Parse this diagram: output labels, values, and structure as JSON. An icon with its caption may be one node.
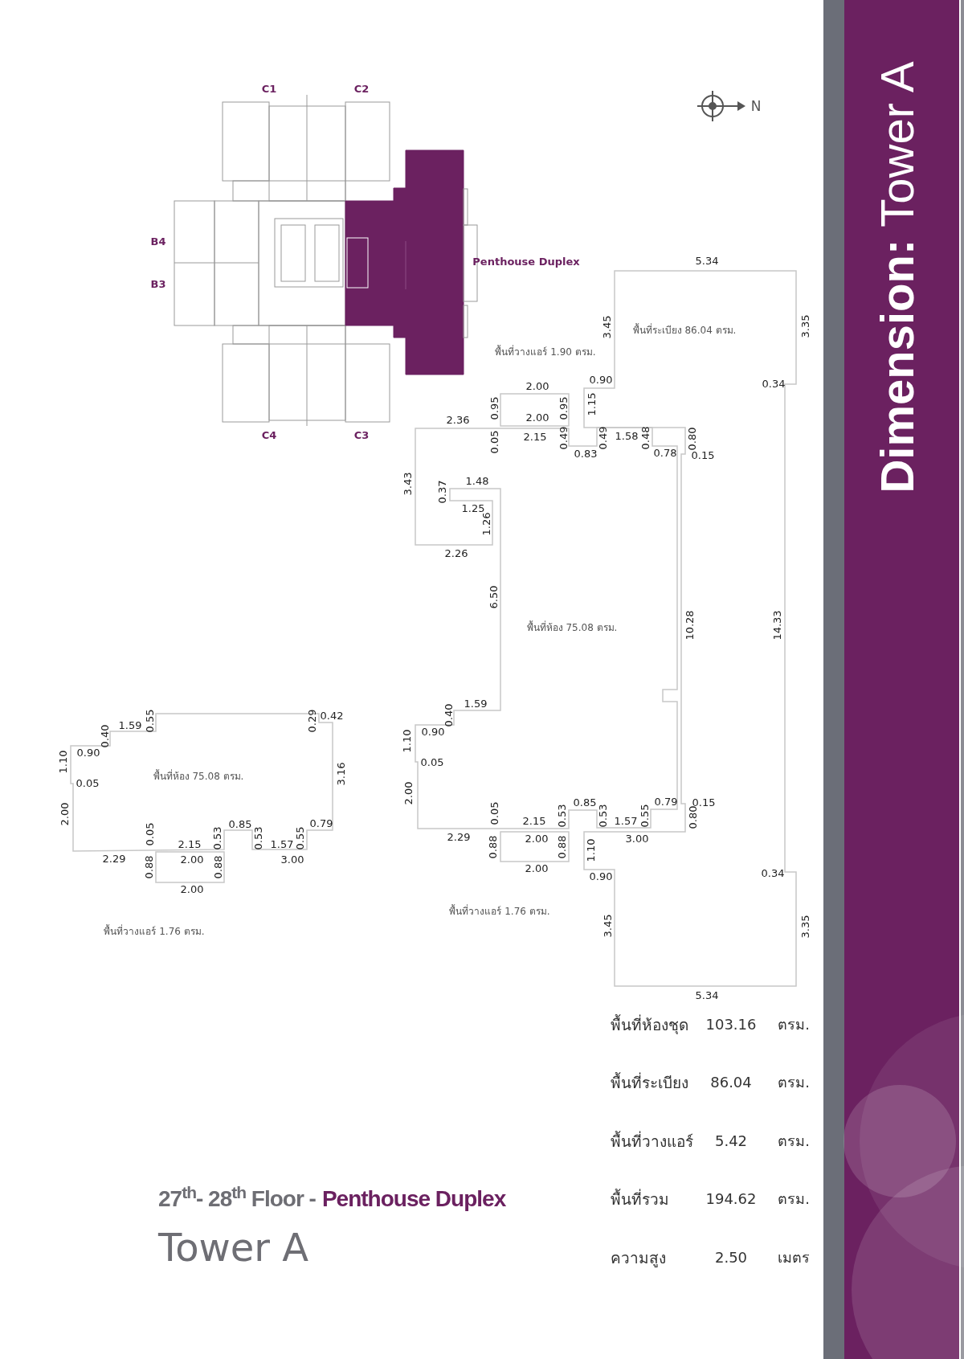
{
  "diagram": {
    "title": "**Dimension:** Tower A",
    "labels": [
      "C1",
      "C2",
      "N",
      "B4",
      "Penthouse Duplex",
      "B3",
      "C4",
      "C3",
      "5.34",
      "3.45",
      "พื้นที่ระเบียง 86.04 ตรม.",
      "3.35",
      "พื้นที่วางแอร์ 1.90 ตรม.",
      "2.00",
      "0.90",
      "0.34",
      "0.95",
      "0.95",
      "1.15",
      "2.36",
      "2.00",
      "0.05",
      "2.15",
      "0.49",
      "0.49",
      "1.58",
      "0.48",
      "0.80",
      "0.83",
      "0.78",
      "0.15",
      "3.43",
      "0.37",
      "1.48",
      "1.25",
      "1.26",
      "2.26",
      "6.50",
      "พื้นที่ห้อง 75.08 ตรม.",
      "10.28",
      "14.33",
      "1.59",
      "0.40",
      "0.90",
      "1.10",
      "0.05",
      "2.00",
      "0.85",
      "0.79",
      "0.15",
      "0.05",
      "0.53",
      "0.53",
      "0.55",
      "0.80",
      "2.15",
      "1.57",
      "2.29",
      "2.00",
      "3.00",
      "0.88",
      "0.88",
      "1.10",
      "2.00",
      "0.34",
      "0.90",
      "พื้นที่วางแอร์ 1.76 ตรม.",
      "3.45",
      "3.35",
      "5.34",
      "0.55",
      "0.29",
      "0.42",
      "1.59",
      "0.40",
      "0.90",
      "1.10",
      "3.16",
      "พื้นที่ห้อง 75.08 ตรม.",
      "0.05",
      "2.00",
      "0.85",
      "0.79",
      "0.05",
      "0.53",
      "0.53",
      "0.55",
      "2.15",
      "1.57",
      "2.29",
      "2.00",
      "3.00",
      "0.88",
      "0.88",
      "2.00",
      "พื้นที่วางแอร์ 1.76 ตรม.",
      "พื้นที่ห้องชุด",
      "103.16",
      "ตรม.",
      "พื้นที่ระเบียง",
      "86.04",
      "ตรม.",
      "พื้นที่วางแอร์",
      "5.42",
      "ตรม.",
      "พื้นที่รวม",
      "194.62",
      "ตรม.",
      "ความสูง",
      "2.50",
      "เมตร",
      "27$^{th}$- 28$^{th}$ Floor -",
      "Penthouse Duplex",
      "Tower A"
    ]
  }
}
